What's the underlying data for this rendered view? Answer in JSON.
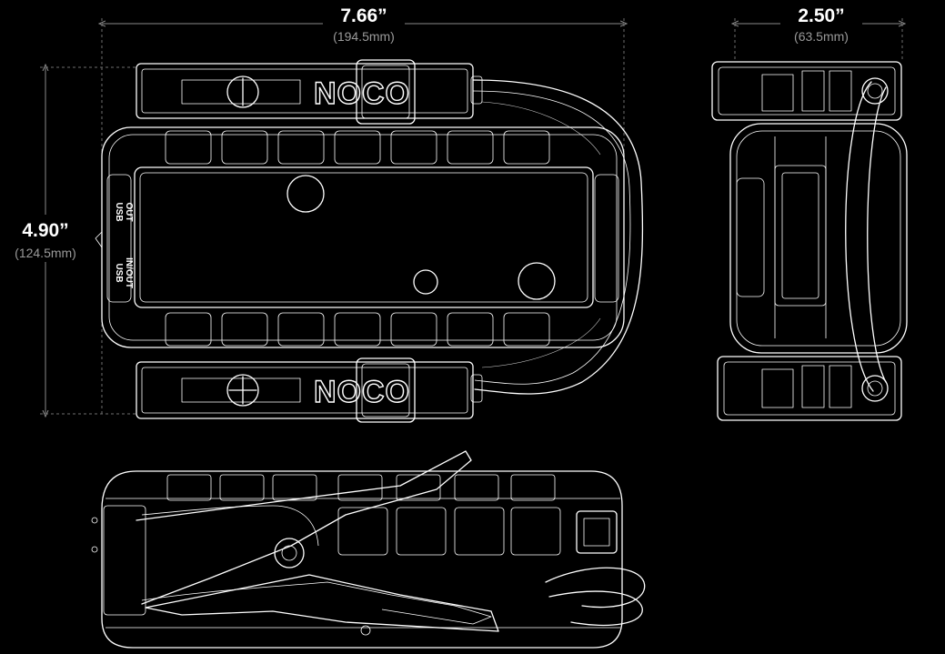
{
  "dimensions": {
    "width": {
      "imperial": "7.66”",
      "metric": "(194.5mm)"
    },
    "depth": {
      "imperial": "2.50”",
      "metric": "(63.5mm)"
    },
    "height": {
      "imperial": "4.90”",
      "metric": "(124.5mm)"
    }
  },
  "ports": {
    "usb_out": [
      "USB",
      "OUT"
    ],
    "usb_in_out": [
      "USB",
      "IN/OUT"
    ]
  },
  "brand": {
    "logo_top": "NOCO",
    "logo_bottom": "NOCO"
  },
  "colors": {
    "background": "#000000",
    "line": "#ffffff",
    "dimension": "#8a8a8a"
  }
}
